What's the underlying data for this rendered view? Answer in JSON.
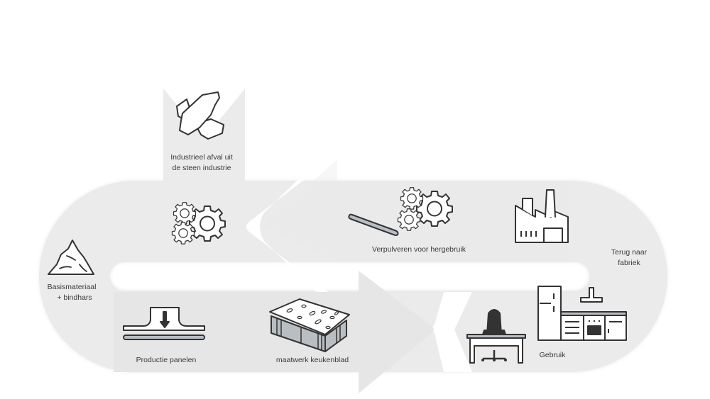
{
  "diagram": {
    "title": "",
    "colors": {
      "loop_fill": "#ebebeb",
      "background": "#ffffff",
      "icon_stroke": "#333333",
      "icon_gray": "#b9bec3",
      "label_text": "#3a3a3a"
    },
    "steps": [
      {
        "id": "industrial-waste",
        "label_lines": [
          "Industrieel afval uit",
          "de steen industrie"
        ],
        "icon": "stone-fragments-icon"
      },
      {
        "id": "base-material",
        "label_lines": [
          "Basismateriaal",
          "+ bindhars"
        ],
        "icon": "material-pile-icon"
      },
      {
        "id": "mixing",
        "label_lines": [],
        "icon": "gears-icon"
      },
      {
        "id": "production",
        "label_lines": [
          "Productie panelen"
        ],
        "icon": "press-icon"
      },
      {
        "id": "custom-countertop",
        "label_lines": [
          "maatwerk keukenblad"
        ],
        "icon": "countertop-slab-icon"
      },
      {
        "id": "usage",
        "label_lines": [
          "Gebruik"
        ],
        "icon": "kitchen-desk-icon"
      },
      {
        "id": "return-factory",
        "label_lines": [
          "Terug naar",
          "fabriek"
        ],
        "icon": "factory-icon"
      },
      {
        "id": "pulverize",
        "label_lines": [
          "Verpulveren voor hergebruik"
        ],
        "icon": "crusher-gears-icon"
      }
    ],
    "flow": [
      {
        "from": "industrial-waste",
        "to": "mixing",
        "direction": "down"
      },
      {
        "from": "production",
        "to": "usage",
        "direction": "right"
      },
      {
        "from": "return-factory",
        "to": "mixing",
        "direction": "left"
      }
    ]
  }
}
